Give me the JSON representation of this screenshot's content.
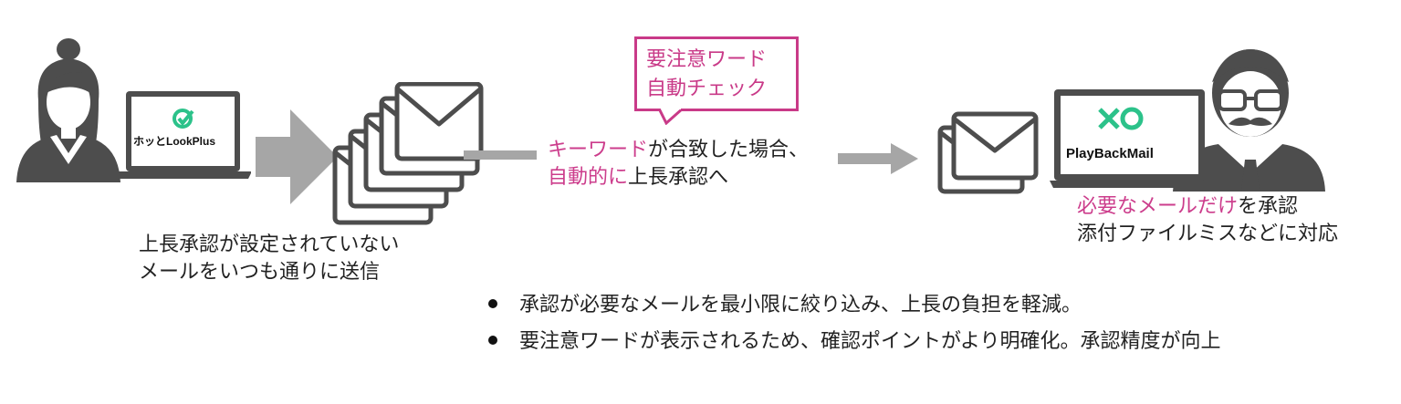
{
  "sender": {
    "logo_text": "ホッとLookPlus",
    "caption_line1": "上長承認が設定されていない",
    "caption_line2": "メールをいつも通りに送信"
  },
  "callout": {
    "line1": "要注意ワード",
    "line2": "自動チェック"
  },
  "middle_text": {
    "line1_highlight": "キーワード",
    "line1_rest": "が合致した場合、",
    "line2_highlight": "自動的に",
    "line2_rest": "上長承認へ"
  },
  "approver": {
    "logo_text": "PlayBackMail",
    "caption_line1_highlight": "必要なメールだけ",
    "caption_line1_rest": "を承認",
    "caption_line2": "添付ファイルミスなどに対応"
  },
  "bullets": [
    "承認が必要なメールを最小限に絞り込み、上長の負担を軽減。",
    "要注意ワードが表示されるため、確認ポイントがより明確化。承認精度が向上"
  ],
  "colors": {
    "accent": "#c93a88",
    "icon_gray": "#4d4d4d",
    "arrow_gray": "#a6a6a6",
    "logo_green": "#2cc28a"
  }
}
